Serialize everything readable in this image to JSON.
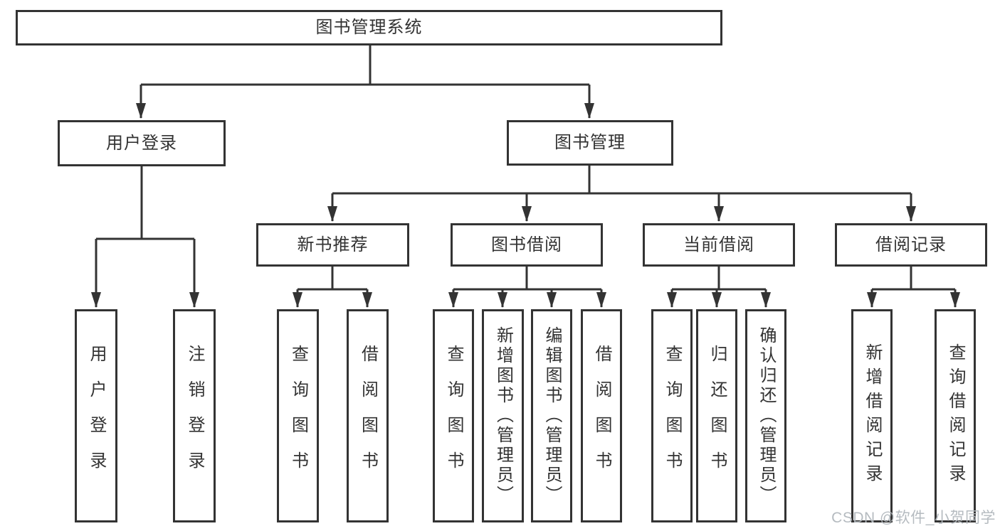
{
  "diagram": {
    "root": {
      "label": "图书管理系统"
    },
    "level2": {
      "user_login": {
        "label": "用户登录"
      },
      "book_mgmt": {
        "label": "图书管理"
      }
    },
    "level3": {
      "new_book_rec": {
        "label": "新书推荐"
      },
      "book_borrow": {
        "label": "图书借阅"
      },
      "current_borrow": {
        "label": "当前借阅"
      },
      "borrow_records": {
        "label": "借阅记录"
      }
    },
    "leaves": {
      "user_login": {
        "label": "用户登录"
      },
      "logout": {
        "label": "注销登录"
      },
      "rec_query_book": {
        "label": "查询图书"
      },
      "rec_borrow_book": {
        "label": "借阅图书"
      },
      "borrow_query_book": {
        "label": "查询图书"
      },
      "borrow_add_book": {
        "label": "新增图书（管理员）"
      },
      "borrow_edit_book": {
        "label": "编辑图书（管理员）"
      },
      "borrow_borrow_book": {
        "label": "借阅图书"
      },
      "current_query_book": {
        "label": "查询图书"
      },
      "current_return_book": {
        "label": "归还图书"
      },
      "current_confirm_return": {
        "label": "确认归还（管理员）"
      },
      "records_add_record": {
        "label": "新增借阅记录"
      },
      "records_query_record": {
        "label": "查询借阅记录"
      }
    }
  },
  "watermark": {
    "text": "CSDN @软件_小贺同学"
  },
  "colors": {
    "line": "#333333",
    "text": "#333333",
    "watermark": "#b2b8bd",
    "background": "#ffffff"
  }
}
